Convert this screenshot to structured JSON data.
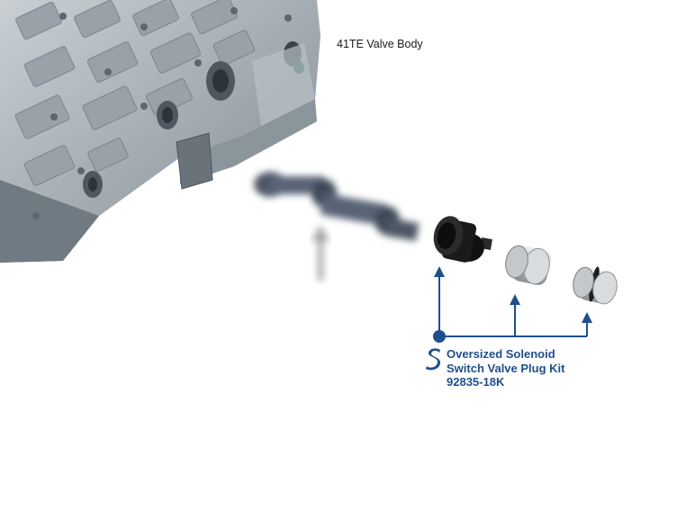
{
  "labels": {
    "valve_body": "41TE Valve Body"
  },
  "kit": {
    "name_line1": "Oversized Solenoid",
    "name_line2": "Switch Valve Plug Kit",
    "part_number": "92835-18K",
    "brand_icon": "sonnax-s-logo"
  },
  "colors": {
    "accent": "#1f4f8b",
    "casting": "#a9b2b8",
    "background": "#ffffff"
  }
}
